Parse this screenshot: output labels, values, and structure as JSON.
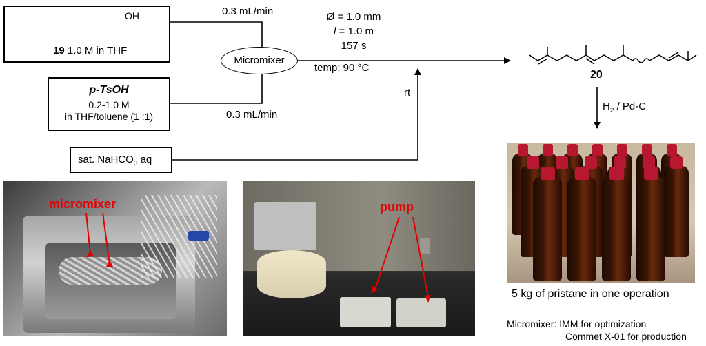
{
  "diagram": {
    "reagent_19": {
      "number": "19",
      "text": "1.0 M in THF",
      "oh_label": "OH"
    },
    "reagent_tsoh": {
      "title": "p-TsOH",
      "line1": "0.2-1.0 M",
      "line2": "in THF/toluene (1 :1)"
    },
    "reagent_nahco3": {
      "prefix": "sat. NaHCO",
      "sub": "3",
      "suffix": " aq"
    },
    "flow_rate_top": "0.3 mL/min",
    "flow_rate_bottom": "0.3 mL/min",
    "mixer_label": "Micromixer",
    "conditions": {
      "diameter": "Ø = 1.0 mm",
      "length_var": "l",
      "length_rest": " = 1.0 m",
      "time": "157 s",
      "temp": "temp: 90 °C"
    },
    "rt_label": "rt",
    "product_20": "20",
    "hydrogenation": {
      "h": "H",
      "sub": "2",
      "rest": " / Pd-C"
    },
    "caption_pristane": "5 kg of pristane in one operation",
    "photo_labels": {
      "micromixer": "micromixer",
      "pump": "pump"
    },
    "footnote": {
      "line1": "Micromixer: IMM for optimization",
      "line2": "Commet X-01 for production"
    }
  },
  "colors": {
    "arrow": "#000000",
    "photo_label": "#e30000",
    "bottle_glass": "#3a1505",
    "bottle_cap": "#b81730"
  }
}
